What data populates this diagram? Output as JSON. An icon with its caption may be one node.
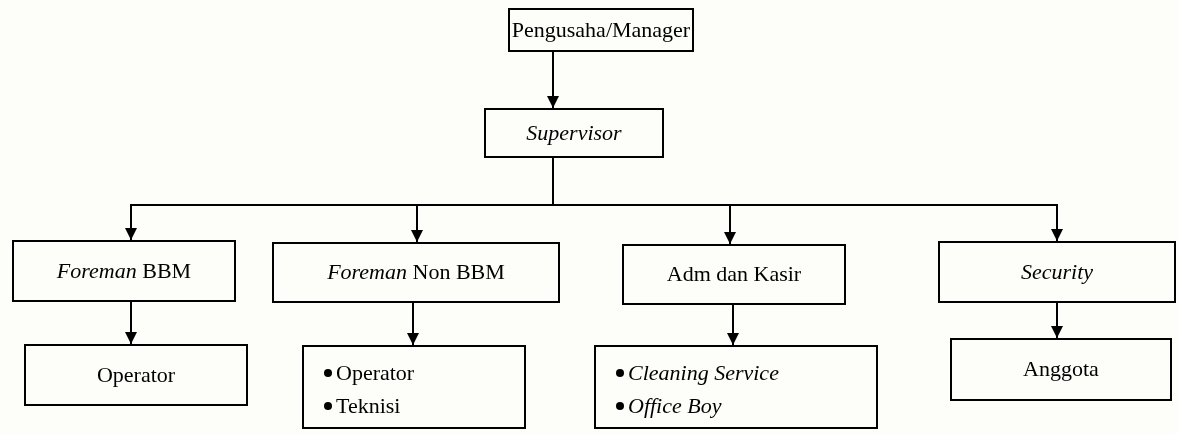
{
  "diagram": {
    "nodes": [
      {
        "text": [
          "Pengusaha/Manager"
        ]
      },
      {
        "text": [
          "Supervisor"
        ]
      },
      {
        "text": [
          "*Foreman* BBM"
        ]
      },
      {
        "text": [
          "*Foreman* Non BBM"
        ]
      },
      {
        "text": [
          "Adm dan Kasir"
        ]
      },
      {
        "text": [
          "Security"
        ]
      },
      {
        "text": [
          "Operator"
        ]
      },
      {
        "text": [
          "Operator",
          "Teknisi"
        ]
      },
      {
        "text": [
          "Cleaning Service",
          "Office Boy"
        ]
      },
      {
        "text": [
          "Anggota"
        ]
      }
    ],
    "edges": [
      {
        "from": 0,
        "to": 1,
        "arrow": "to"
      },
      {
        "from": 1,
        "to": 2,
        "arrow": "to"
      },
      {
        "from": 1,
        "to": 3,
        "arrow": "to"
      },
      {
        "from": 1,
        "to": 4,
        "arrow": "to"
      },
      {
        "from": 1,
        "to": 5,
        "arrow": "to"
      },
      {
        "from": 2,
        "to": 6,
        "arrow": "to"
      },
      {
        "from": 3,
        "to": 7,
        "arrow": "to"
      },
      {
        "from": 4,
        "to": 8,
        "arrow": "to"
      },
      {
        "from": 5,
        "to": 9,
        "arrow": "to"
      }
    ]
  }
}
